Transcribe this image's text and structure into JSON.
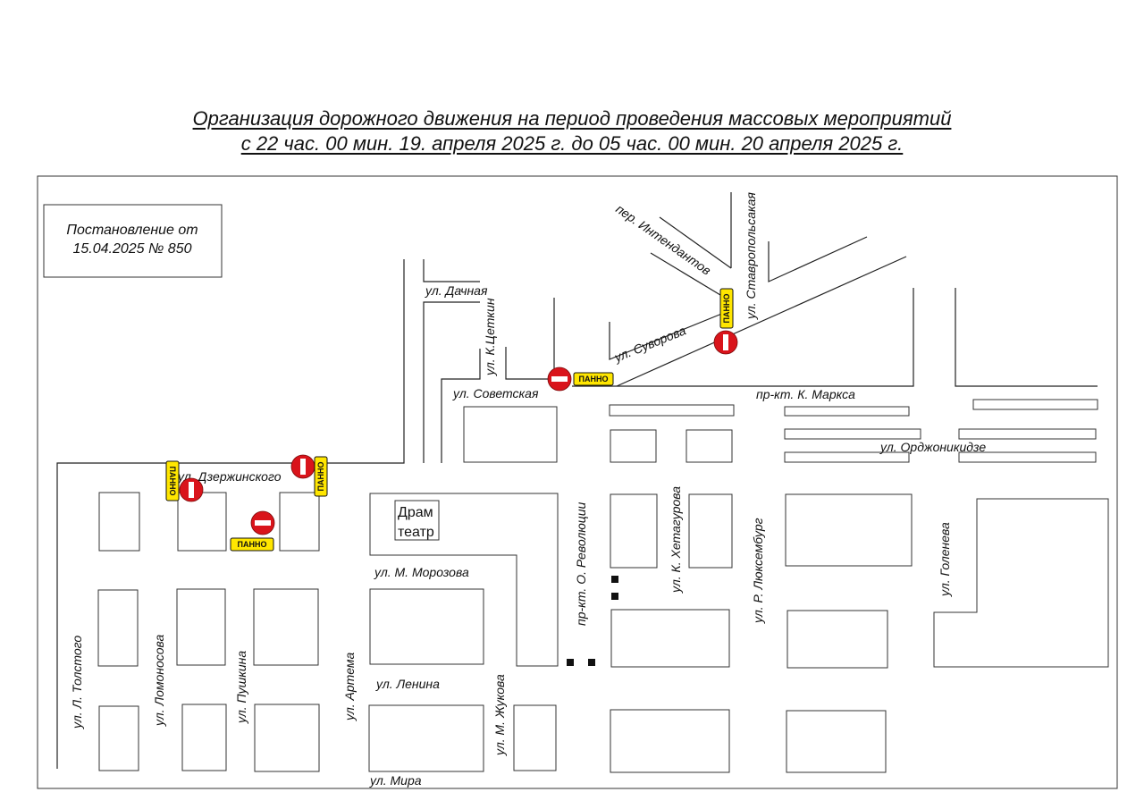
{
  "title": {
    "line1": "Организация дорожного движения на период проведения массовых мероприятий",
    "line2": "с 22 час. 00 мин. 19. апреля 2025 г. до 05 час. 00 мин. 20 апреля 2025 г."
  },
  "decree": {
    "line1": "Постановление от",
    "line2": "15.04.2025 № 850"
  },
  "landmark": {
    "line1": "Драм",
    "line2": "театр"
  },
  "sign_label": "ПАННО",
  "colors": {
    "no_entry": "#d9141b",
    "panno": "#ffe600"
  },
  "streets": {
    "dachnaya": "ул. Дачная",
    "intendantov": "пер. Интендантов",
    "stavropolskaya": "ул. Ставропольсакая",
    "tsetkin": "ул. К.Цеткин",
    "suvorova": "ул. Суворова",
    "sovetskaya": "ул. Советская",
    "marksa": "пр-кт. К. Маркса",
    "ordzhonikidze": "ул. Орджоникидзе",
    "dzerzhinskogo": "ул. Дзержинского",
    "revolyutsii": "пр-кт. О. Революции",
    "khetagurova": "ул. К. Хетагурова",
    "lyuksemburg": "ул. Р. Люксембург",
    "goleneva": "ул. Голенева",
    "morozova": "ул. М. Морозова",
    "lenina": "ул. Ленина",
    "mira": "ул. Мира",
    "tolstogo": "ул. Л. Толстого",
    "lomonosova": "ул. Ломоносова",
    "pushkina": "ул. Пушкина",
    "artema": "ул. Артема",
    "zhukova": "ул. М. Жукова"
  }
}
